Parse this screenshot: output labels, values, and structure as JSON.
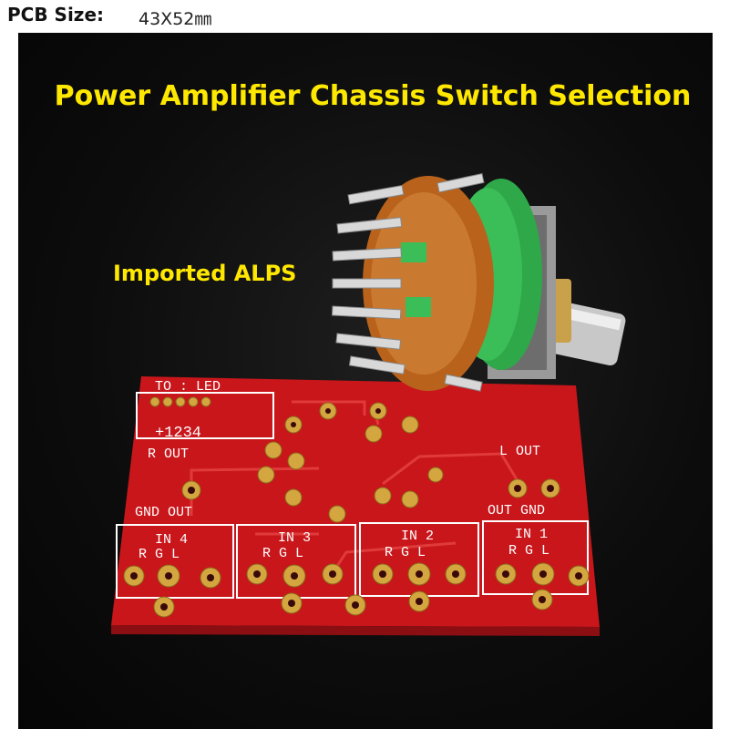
{
  "header": {
    "size_label": "PCB Size:",
    "size_value": "43X52㎜"
  },
  "photo": {
    "headline": "Power Amplifier Chassis Switch Selection",
    "component_label": "Imported ALPS",
    "silkscreen": {
      "to_led": "TO : LED",
      "led_pins": "+1234",
      "r_out": "R OUT",
      "l_out": "L OUT",
      "gnd_out": "GND OUT",
      "out_gnd": "OUT GND",
      "in4": "IN 4",
      "in3": "IN 3",
      "in2": "IN 2",
      "in1": "IN 1",
      "rgl": "R G L"
    }
  },
  "colors": {
    "headline": "#ffe800",
    "pcb_red": "#c8161b",
    "pad_gold": "#d4a640",
    "switch_green": "#2fa84a",
    "wafer_brown": "#b8621c"
  }
}
